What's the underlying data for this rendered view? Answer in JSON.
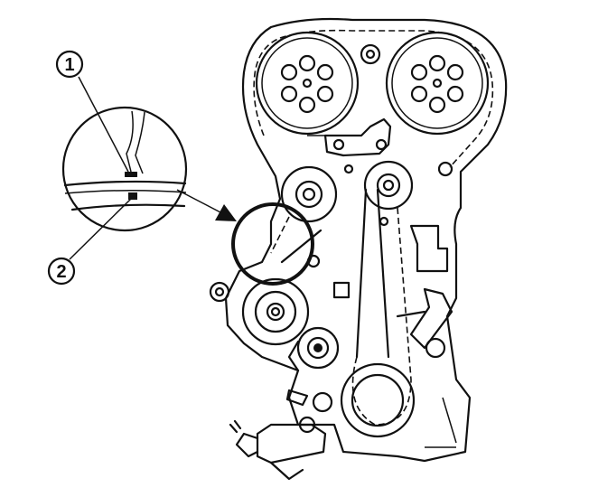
{
  "callouts": [
    {
      "number": "1"
    },
    {
      "number": "2"
    }
  ],
  "colors": {
    "ink": "#111111",
    "paper": "#ffffff"
  },
  "icons": [
    "timing-belt-diagram",
    "detail-magnifier",
    "pointer-arrow"
  ]
}
